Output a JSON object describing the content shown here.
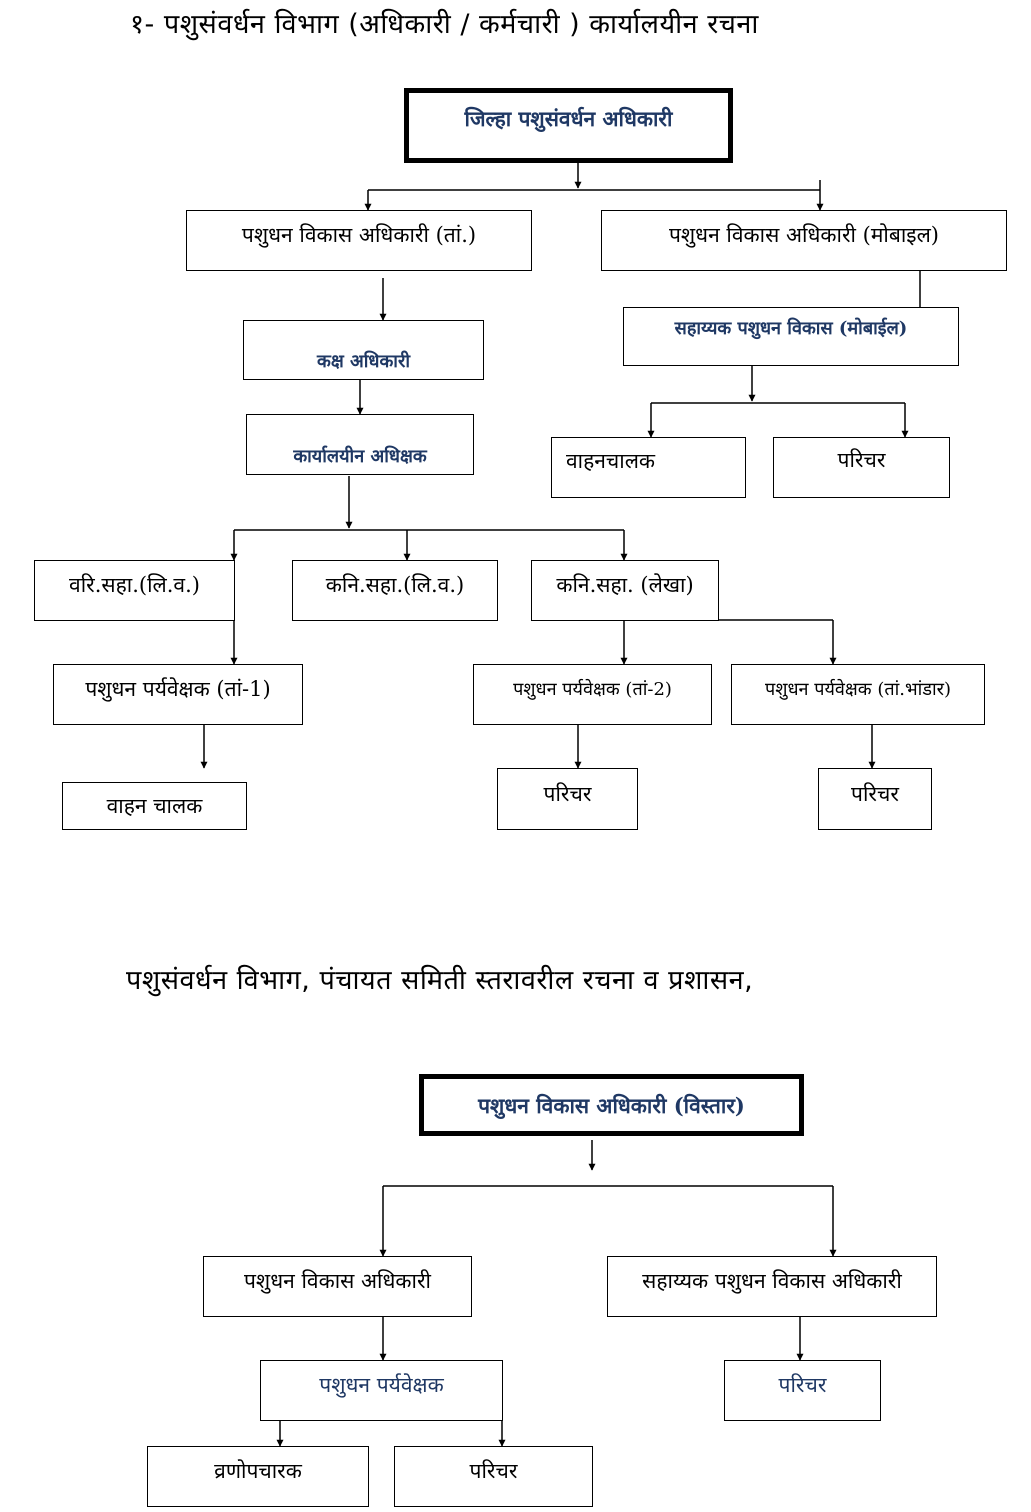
{
  "titles": {
    "office_structure": "१- पशुसंवर्धन विभाग (अधिकारी / कर्मचारी ) कार्यालयीन रचना",
    "panchayat_structure": "पशुसंवर्धन विभाग, पंचायत समिती स्तरावरील रचना व प्रशासन,"
  },
  "district": {
    "head": "जिल्हा पशुसंवर्धन अधिकारी",
    "ldo_taluka": "पशुधन विकास अधिकारी (तां.)",
    "ldo_mobile": "पशुधन विकास अधिकारी (मोबाइल)",
    "desk_officer": "कक्ष अधिकारी",
    "office_superintendent": "कार्यालयीन अधिक्षक",
    "asst_ldo_mobile": "सहाय्यक पशुधन विकास (मोबाईल)",
    "driver_mobile": "वाहनचालक",
    "attendant_mobile": "परिचर",
    "senior_clerk": "वरि.सहा.(लि.व.)",
    "junior_clerk": "कनि.सहा.(लि.व.)",
    "junior_accounts": "कनि.सहा. (लेखा)",
    "supervisor_t1": "पशुधन पर्यवेक्षक (तां-1)",
    "supervisor_t2": "पशुधन पर्यवेक्षक (तां-2)",
    "supervisor_store": "पशुधन पर्यवेक्षक (तां.भांडार)",
    "driver_t1": "वाहन चालक",
    "attendant_t2": "परिचर",
    "attendant_store": "परिचर"
  },
  "panchayat": {
    "head": "पशुधन विकास अधिकारी (विस्तार)",
    "ldo": "पशुधन विकास अधिकारी",
    "asst_ldo": "सहाय्यक पशुधन विकास अधिकारी",
    "supervisor": "पशुधन पर्यवेक्षक",
    "dresser": "व्रणोपचारक",
    "attendant_left": "परिचर",
    "attendant_right": "परिचर"
  }
}
